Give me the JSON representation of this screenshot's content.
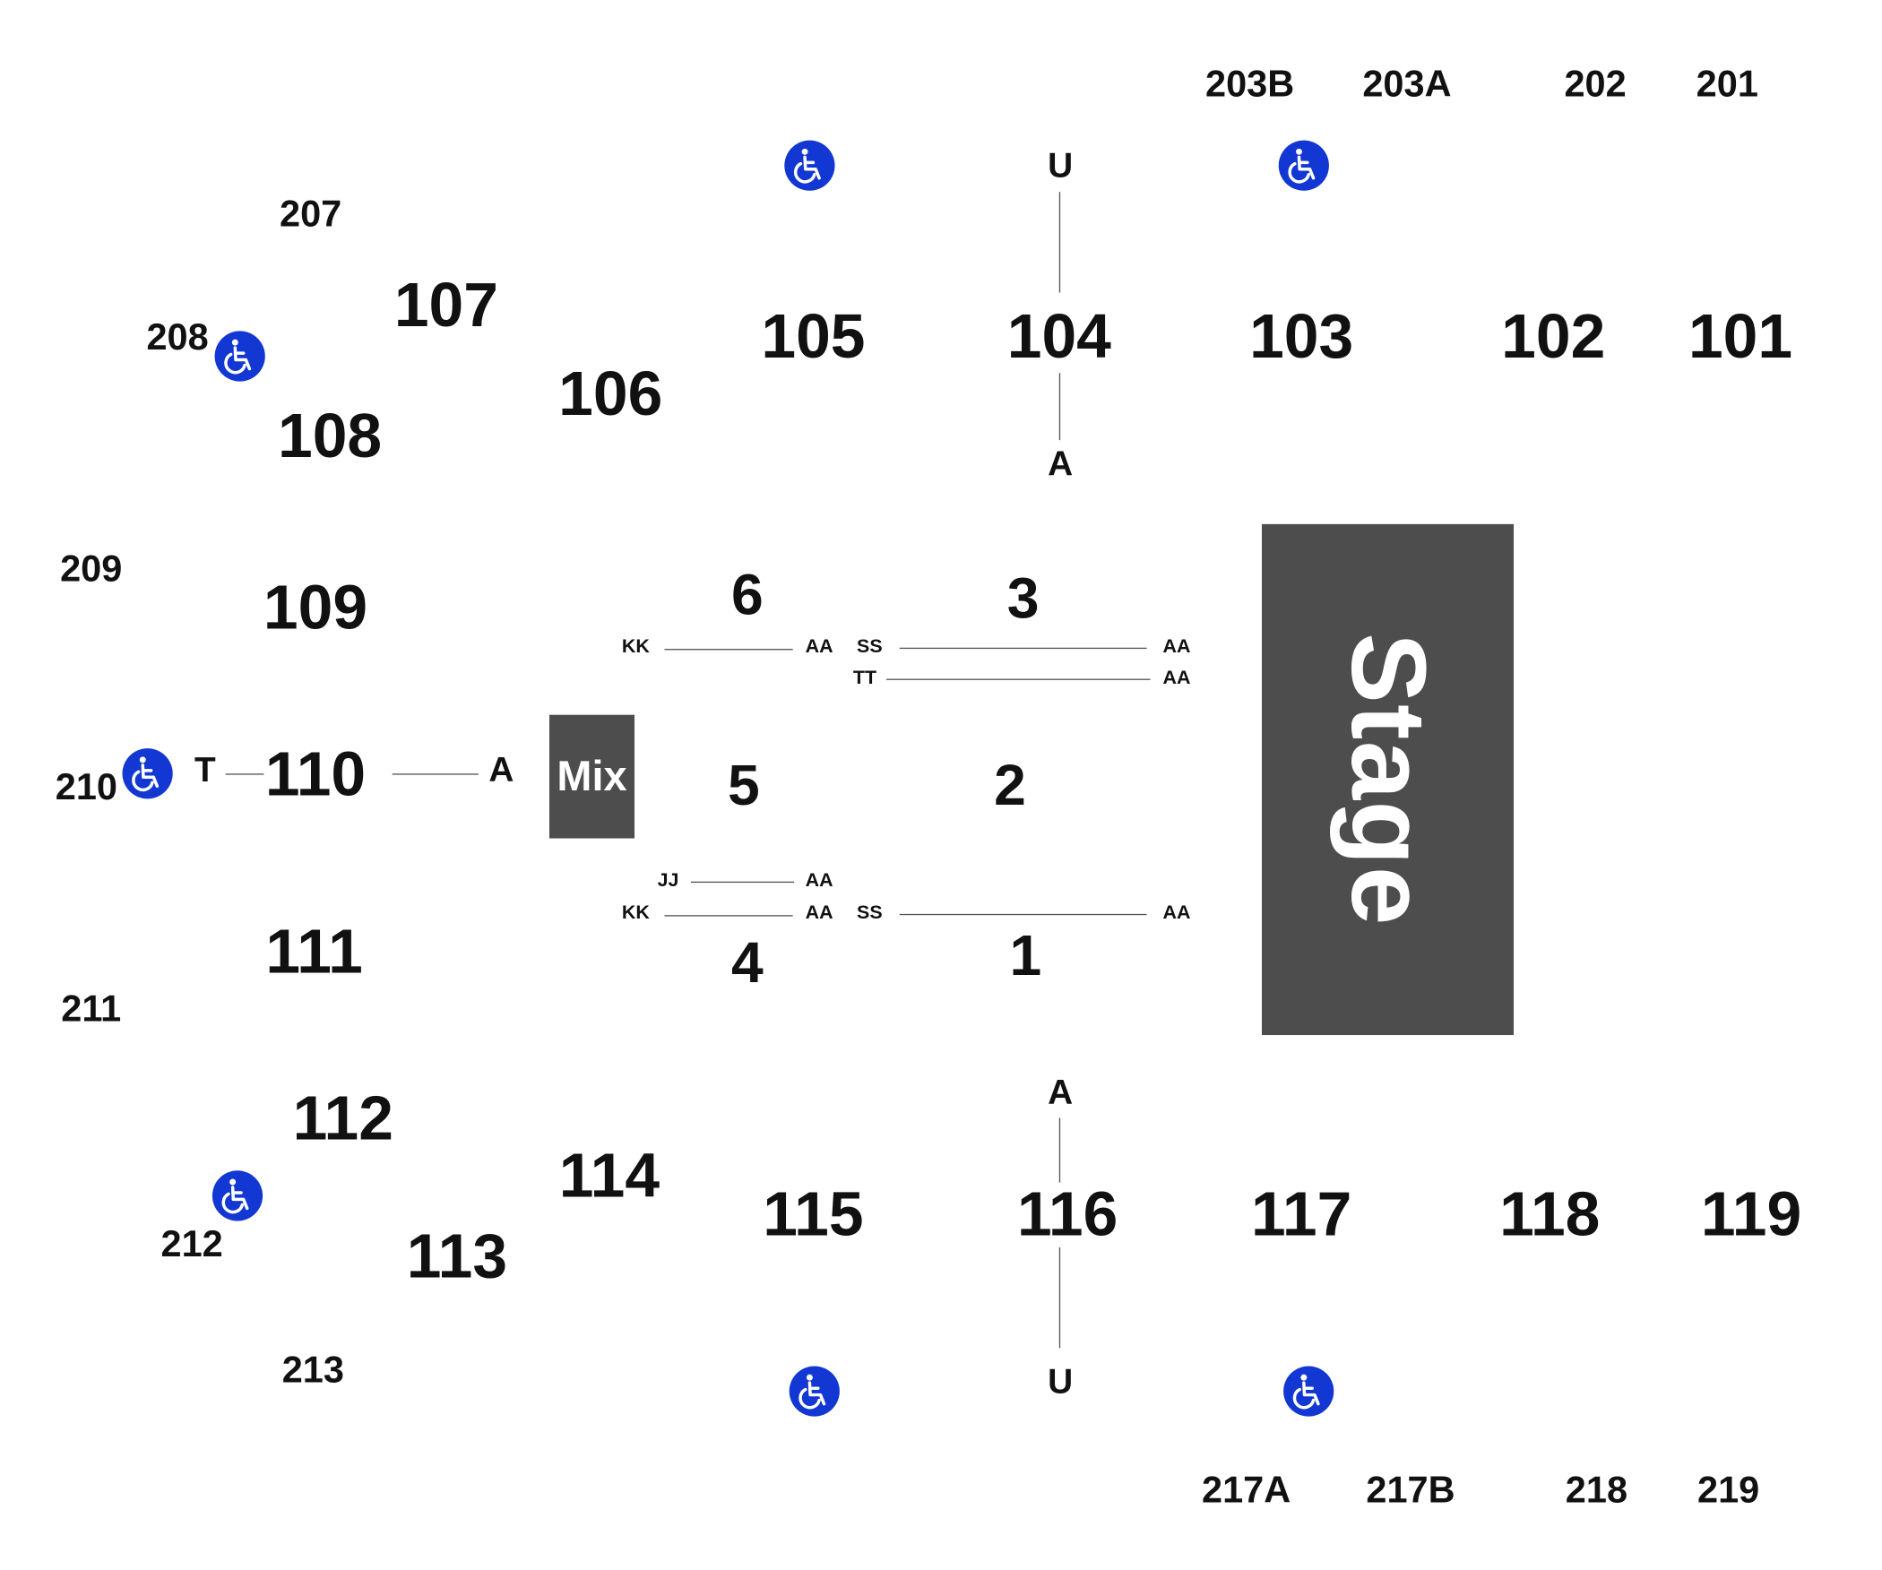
{
  "colors": {
    "background": "#ffffff",
    "text": "#111111",
    "block_fill": "#4d4d4d",
    "block_text": "#ffffff",
    "accessible_icon": "#1237d2",
    "divider": "#555555"
  },
  "blocks": {
    "stage": "Stage",
    "mix": "Mix"
  },
  "lower_sections": {
    "s101": "101",
    "s102": "102",
    "s103": "103",
    "s104": "104",
    "s105": "105",
    "s106": "106",
    "s107": "107",
    "s108": "108",
    "s109": "109",
    "s110": "110",
    "s111": "111",
    "s112": "112",
    "s113": "113",
    "s114": "114",
    "s115": "115",
    "s116": "116",
    "s117": "117",
    "s118": "118",
    "s119": "119"
  },
  "upper_sections": {
    "s201": "201",
    "s202": "202",
    "s203a": "203A",
    "s203b": "203B",
    "s207": "207",
    "s208": "208",
    "s209": "209",
    "s210": "210",
    "s211": "211",
    "s212": "212",
    "s213": "213",
    "s217a": "217A",
    "s217b": "217B",
    "s218": "218",
    "s219": "219"
  },
  "floor_sections": {
    "f1": "1",
    "f2": "2",
    "f3": "3",
    "f4": "4",
    "f5": "5",
    "f6": "6"
  },
  "section_rows": {
    "u104_top": "U",
    "a104_bottom": "A",
    "a116_top": "A",
    "u116_bottom": "U",
    "t110_left": "T",
    "a110_right": "A"
  },
  "floor_rows": {
    "f6_start": "KK",
    "f6_end": "AA",
    "f3_start": "SS",
    "f3_end": "AA",
    "f3_second_start": "TT",
    "f3_second_end": "AA",
    "f4_first_start": "JJ",
    "f4_first_end": "AA",
    "f4_second_start": "KK",
    "f4_second_end": "AA",
    "f1_start": "SS",
    "f1_end": "AA"
  },
  "accessible_icon": "wheelchair-icon"
}
